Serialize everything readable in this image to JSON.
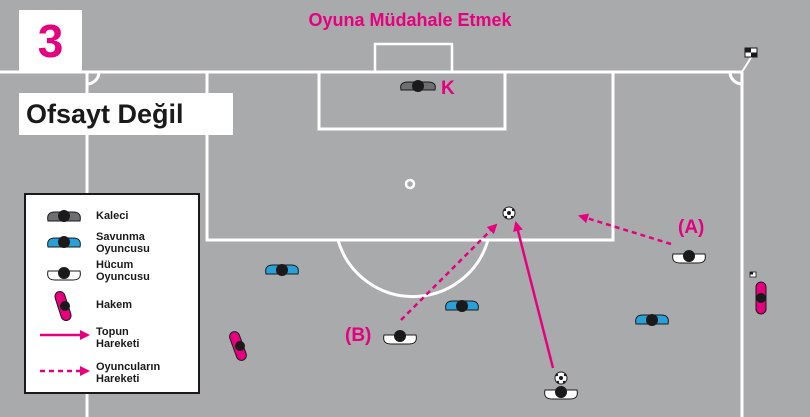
{
  "scene_number": "3",
  "title": "Oyuna Müdahale Etmek",
  "verdict": "Ofsayt Değil",
  "labels": {
    "goalkeeper": "K",
    "player_a": "(A)",
    "player_b": "(B)"
  },
  "legend": {
    "goalkeeper": "Kaleci",
    "defender_line1": "Savunma",
    "defender_line2": "Oyuncusu",
    "attacker_line1": "Hücum",
    "attacker_line2": "Oyuncusu",
    "referee": "Hakem",
    "ball_move_line1": "Topun",
    "ball_move_line2": "Hareketi",
    "player_move_line1": "Oyuncuların",
    "player_move_line2": "Hareketi"
  },
  "colors": {
    "pitch": "#a8aaac",
    "lines": "#ffffff",
    "accent": "#e6007e",
    "defender": "#2aa0d8",
    "goalkeeper": "#6d6e70",
    "attacker": "#ffffff",
    "dark": "#1a1a1a"
  },
  "icons": {
    "goalkeeper": "goalkeeper-figure-icon",
    "defender": "defender-figure-icon",
    "attacker": "attacker-figure-icon",
    "referee": "referee-figure-icon",
    "ball": "ball-icon",
    "corner_flag": "corner-flag-icon"
  }
}
